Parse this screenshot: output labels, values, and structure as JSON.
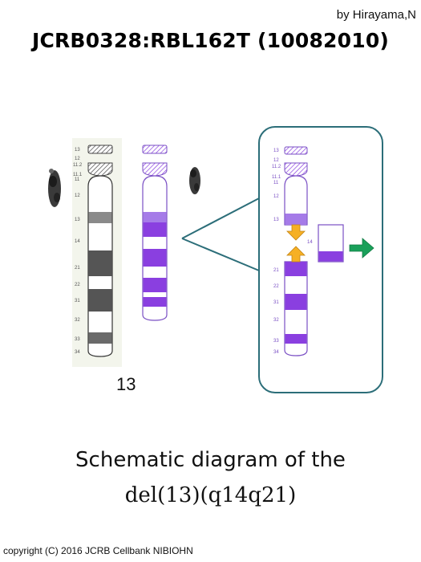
{
  "author": "by Hirayama,N",
  "title": "JCRB0328:RBL162T (10082010)",
  "chromosome_number": "13",
  "caption_line1": "Schematic diagram of the",
  "caption_line2": "del(13)(q14q21)",
  "copyright": "copyright (C) 2016 JCRB Cellbank NIBIOHN",
  "band_labels_left": [
    "13",
    "12",
    "11.2",
    "11.1",
    "11",
    "12",
    "13",
    "14",
    "21",
    "22",
    "31",
    "32",
    "33",
    "34"
  ],
  "band_labels_zoom_upper": [
    "13",
    "12",
    "11.2",
    "11.1",
    "11",
    "12",
    "13"
  ],
  "band_labels_zoom_lower": [
    "21",
    "22",
    "31",
    "32",
    "33",
    "34"
  ],
  "band_label_deleted": "14",
  "colors": {
    "purple": "#8a3fe0",
    "grey_dark": "#555555",
    "grey_mid": "#8a8a8a",
    "box_border": "#2c6e79",
    "arrow_orange": "#f6b024",
    "arrow_green": "#1aa05a"
  }
}
